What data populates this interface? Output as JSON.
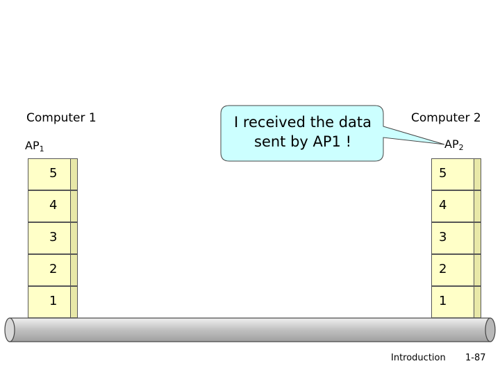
{
  "computer1": {
    "title": "Computer 1",
    "ap_main": "AP",
    "ap_sub": "1"
  },
  "computer2": {
    "title": "Computer 2",
    "ap_main": "AP",
    "ap_sub": "2"
  },
  "layers": [
    "5",
    "4",
    "3",
    "2",
    "1"
  ],
  "callout": {
    "line1": "I received the data",
    "line2": "sent by AP1 !"
  },
  "footer": {
    "left": "Introduction",
    "right": "1-87"
  },
  "colors": {
    "layer_fill": "#ffffc8",
    "callout_fill": "#ccffff",
    "pipe_fill": "#c8c8c8"
  }
}
